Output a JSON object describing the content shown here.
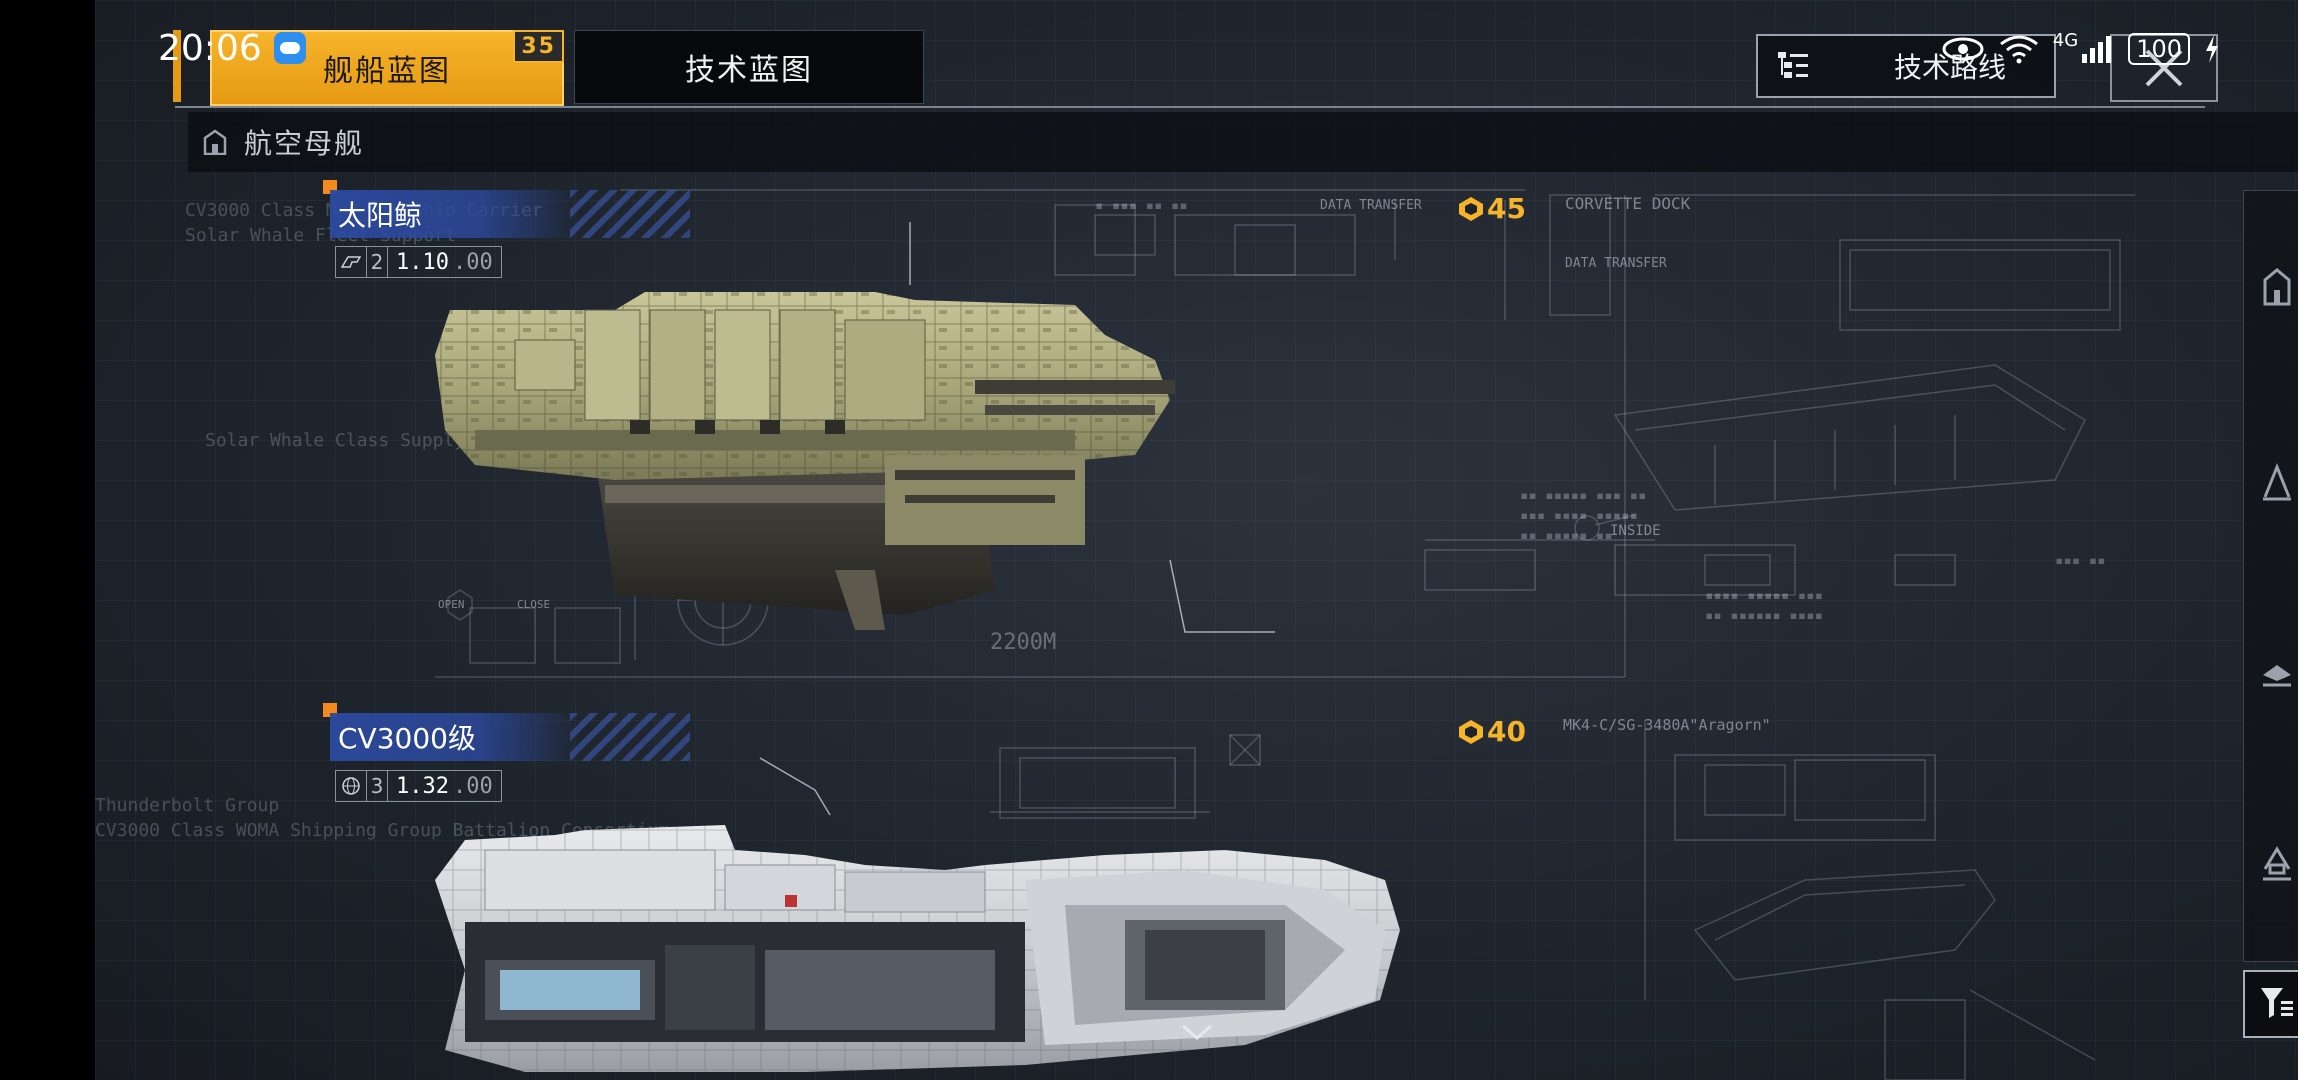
{
  "status": {
    "time": "20:06",
    "network": "4G",
    "battery": "100"
  },
  "tabs": {
    "ship_blueprint": "舰船蓝图",
    "ship_blueprint_count": "35",
    "tech_blueprint": "技术蓝图"
  },
  "tech_route": "技术路线",
  "category": "航空母舰",
  "ships": [
    {
      "name": "太阳鲸",
      "level": "2",
      "version": "1.10",
      "version_sub": ".00",
      "cost": "45"
    },
    {
      "name": "CV3000级",
      "level": "3",
      "version": "1.32",
      "version_sub": ".00",
      "cost": "40"
    }
  ],
  "schematic_labels": {
    "length": "2200M",
    "corvette_dock": "CORVETTE DOCK",
    "data_transfer_1": "DATA TRANSFER",
    "data_transfer_2": "DATA TRANSFER",
    "inside": "INSIDE",
    "mk4": "MK4-C/SG-3480A\"Aragorn\"",
    "open": "OPEN",
    "close": "CLOSE"
  },
  "background_text": {
    "line1": "CV3000 Class Mk3 Starship Carrier",
    "line2": "Solar Whale Fleet Support",
    "line3": "Solar Whale Class Supply Group",
    "line4": "Thunderbolt Group",
    "line5": "CV3000 Class WOMA Shipping Group Battalion Consortium"
  },
  "colors": {
    "accent_orange": "#f6b42a",
    "name_blue": "#2c4aa0",
    "marker_orange": "#f28a1c"
  },
  "icons": {
    "nav": [
      "carrier-icon",
      "frigate-icon",
      "destroyer-icon",
      "cruiser-icon"
    ],
    "filter": "filter-icon",
    "close": "close-icon"
  }
}
